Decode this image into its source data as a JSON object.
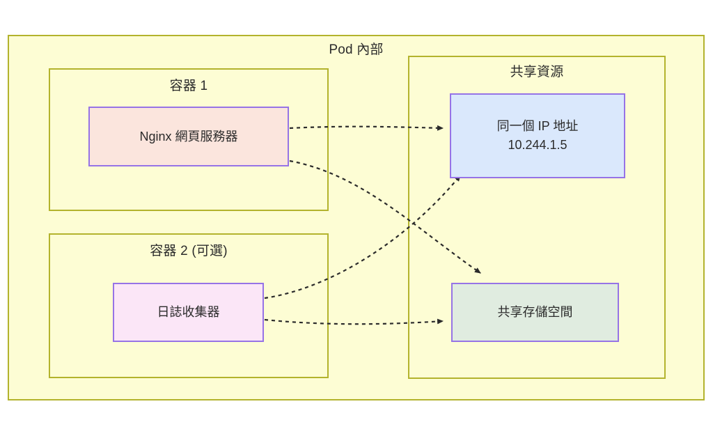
{
  "diagram": {
    "type": "block-diagram",
    "background": "#ffffff",
    "pod": {
      "title": "Pod 內部",
      "fill": "#fdfdd4",
      "stroke": "#b3b32d"
    },
    "groups": [
      {
        "id": "container-1",
        "title": "容器 1",
        "fill": "#fdfdd4",
        "stroke": "#b3b32d"
      },
      {
        "id": "container-2",
        "title": "容器 2 (可選)",
        "fill": "#fdfdd4",
        "stroke": "#b3b32d"
      },
      {
        "id": "shared-resources",
        "title": "共享資源",
        "fill": "#fdfdd4",
        "stroke": "#b3b32d"
      }
    ],
    "nodes": [
      {
        "id": "nginx",
        "lines": [
          "Nginx 網頁服務器"
        ],
        "fill": "#fbe5dd",
        "stroke": "#9673e6"
      },
      {
        "id": "log-collector",
        "lines": [
          "日誌收集器"
        ],
        "fill": "#fbe6f7",
        "stroke": "#9673e6"
      },
      {
        "id": "shared-ip",
        "lines": [
          "同一個 IP 地址",
          "10.244.1.5"
        ],
        "fill": "#dae8fc",
        "stroke": "#9673e6"
      },
      {
        "id": "shared-storage",
        "lines": [
          "共享存儲空間"
        ],
        "fill": "#e0ece0",
        "stroke": "#9673e6"
      }
    ],
    "edges": [
      {
        "id": "nginx-to-ip",
        "from": "nginx",
        "to": "shared-ip",
        "style": "dotted",
        "arrow": "end"
      },
      {
        "id": "nginx-to-storage",
        "from": "nginx",
        "to": "shared-storage",
        "style": "dotted",
        "arrow": "end"
      },
      {
        "id": "log-to-ip",
        "from": "log-collector",
        "to": "shared-ip",
        "style": "dotted",
        "arrow": "end"
      },
      {
        "id": "log-to-storage",
        "from": "log-collector",
        "to": "shared-storage",
        "style": "dotted",
        "arrow": "end"
      }
    ]
  }
}
